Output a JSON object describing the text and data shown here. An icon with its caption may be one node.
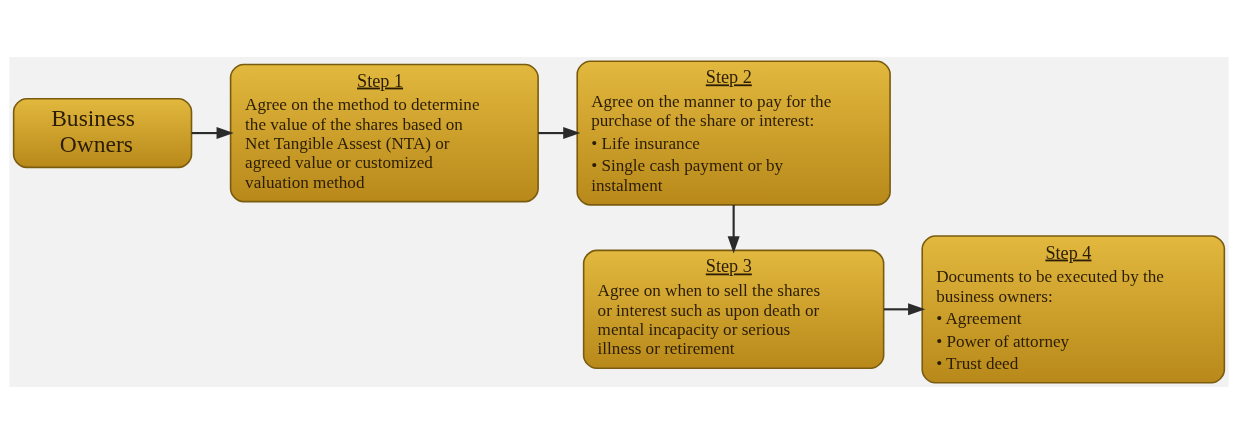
{
  "diagram": {
    "nodes": [
      {
        "text": [
          "Business Owners"
        ]
      },
      {
        "text": [
          "Step 1",
          "Agree on the method to determine the value of the shares based on Net Tangible Assest (NTA) or agreed value or customized valuation method"
        ]
      },
      {
        "text": [
          "Step 2",
          "Agree on the manner to pay for the purchase of the share or interest:",
          "• Life insurance",
          "• Single cash payment or by instalment"
        ]
      },
      {
        "text": [
          "Step 3",
          "Agree on when to sell the shares or interest such as upon death or mental incapacity or serious illness or retirement"
        ]
      },
      {
        "text": [
          "Step 4",
          "Documents to be executed by the business owners:",
          "• Agreement",
          "• Power of attorney",
          "• Trust deed"
        ]
      }
    ],
    "edges": [
      {
        "from": 0,
        "to": 1,
        "arrow": "to"
      },
      {
        "from": 1,
        "to": 2,
        "arrow": "to"
      },
      {
        "from": 2,
        "to": 3,
        "arrow": "to"
      },
      {
        "from": 3,
        "to": 4,
        "arrow": "to"
      }
    ]
  }
}
